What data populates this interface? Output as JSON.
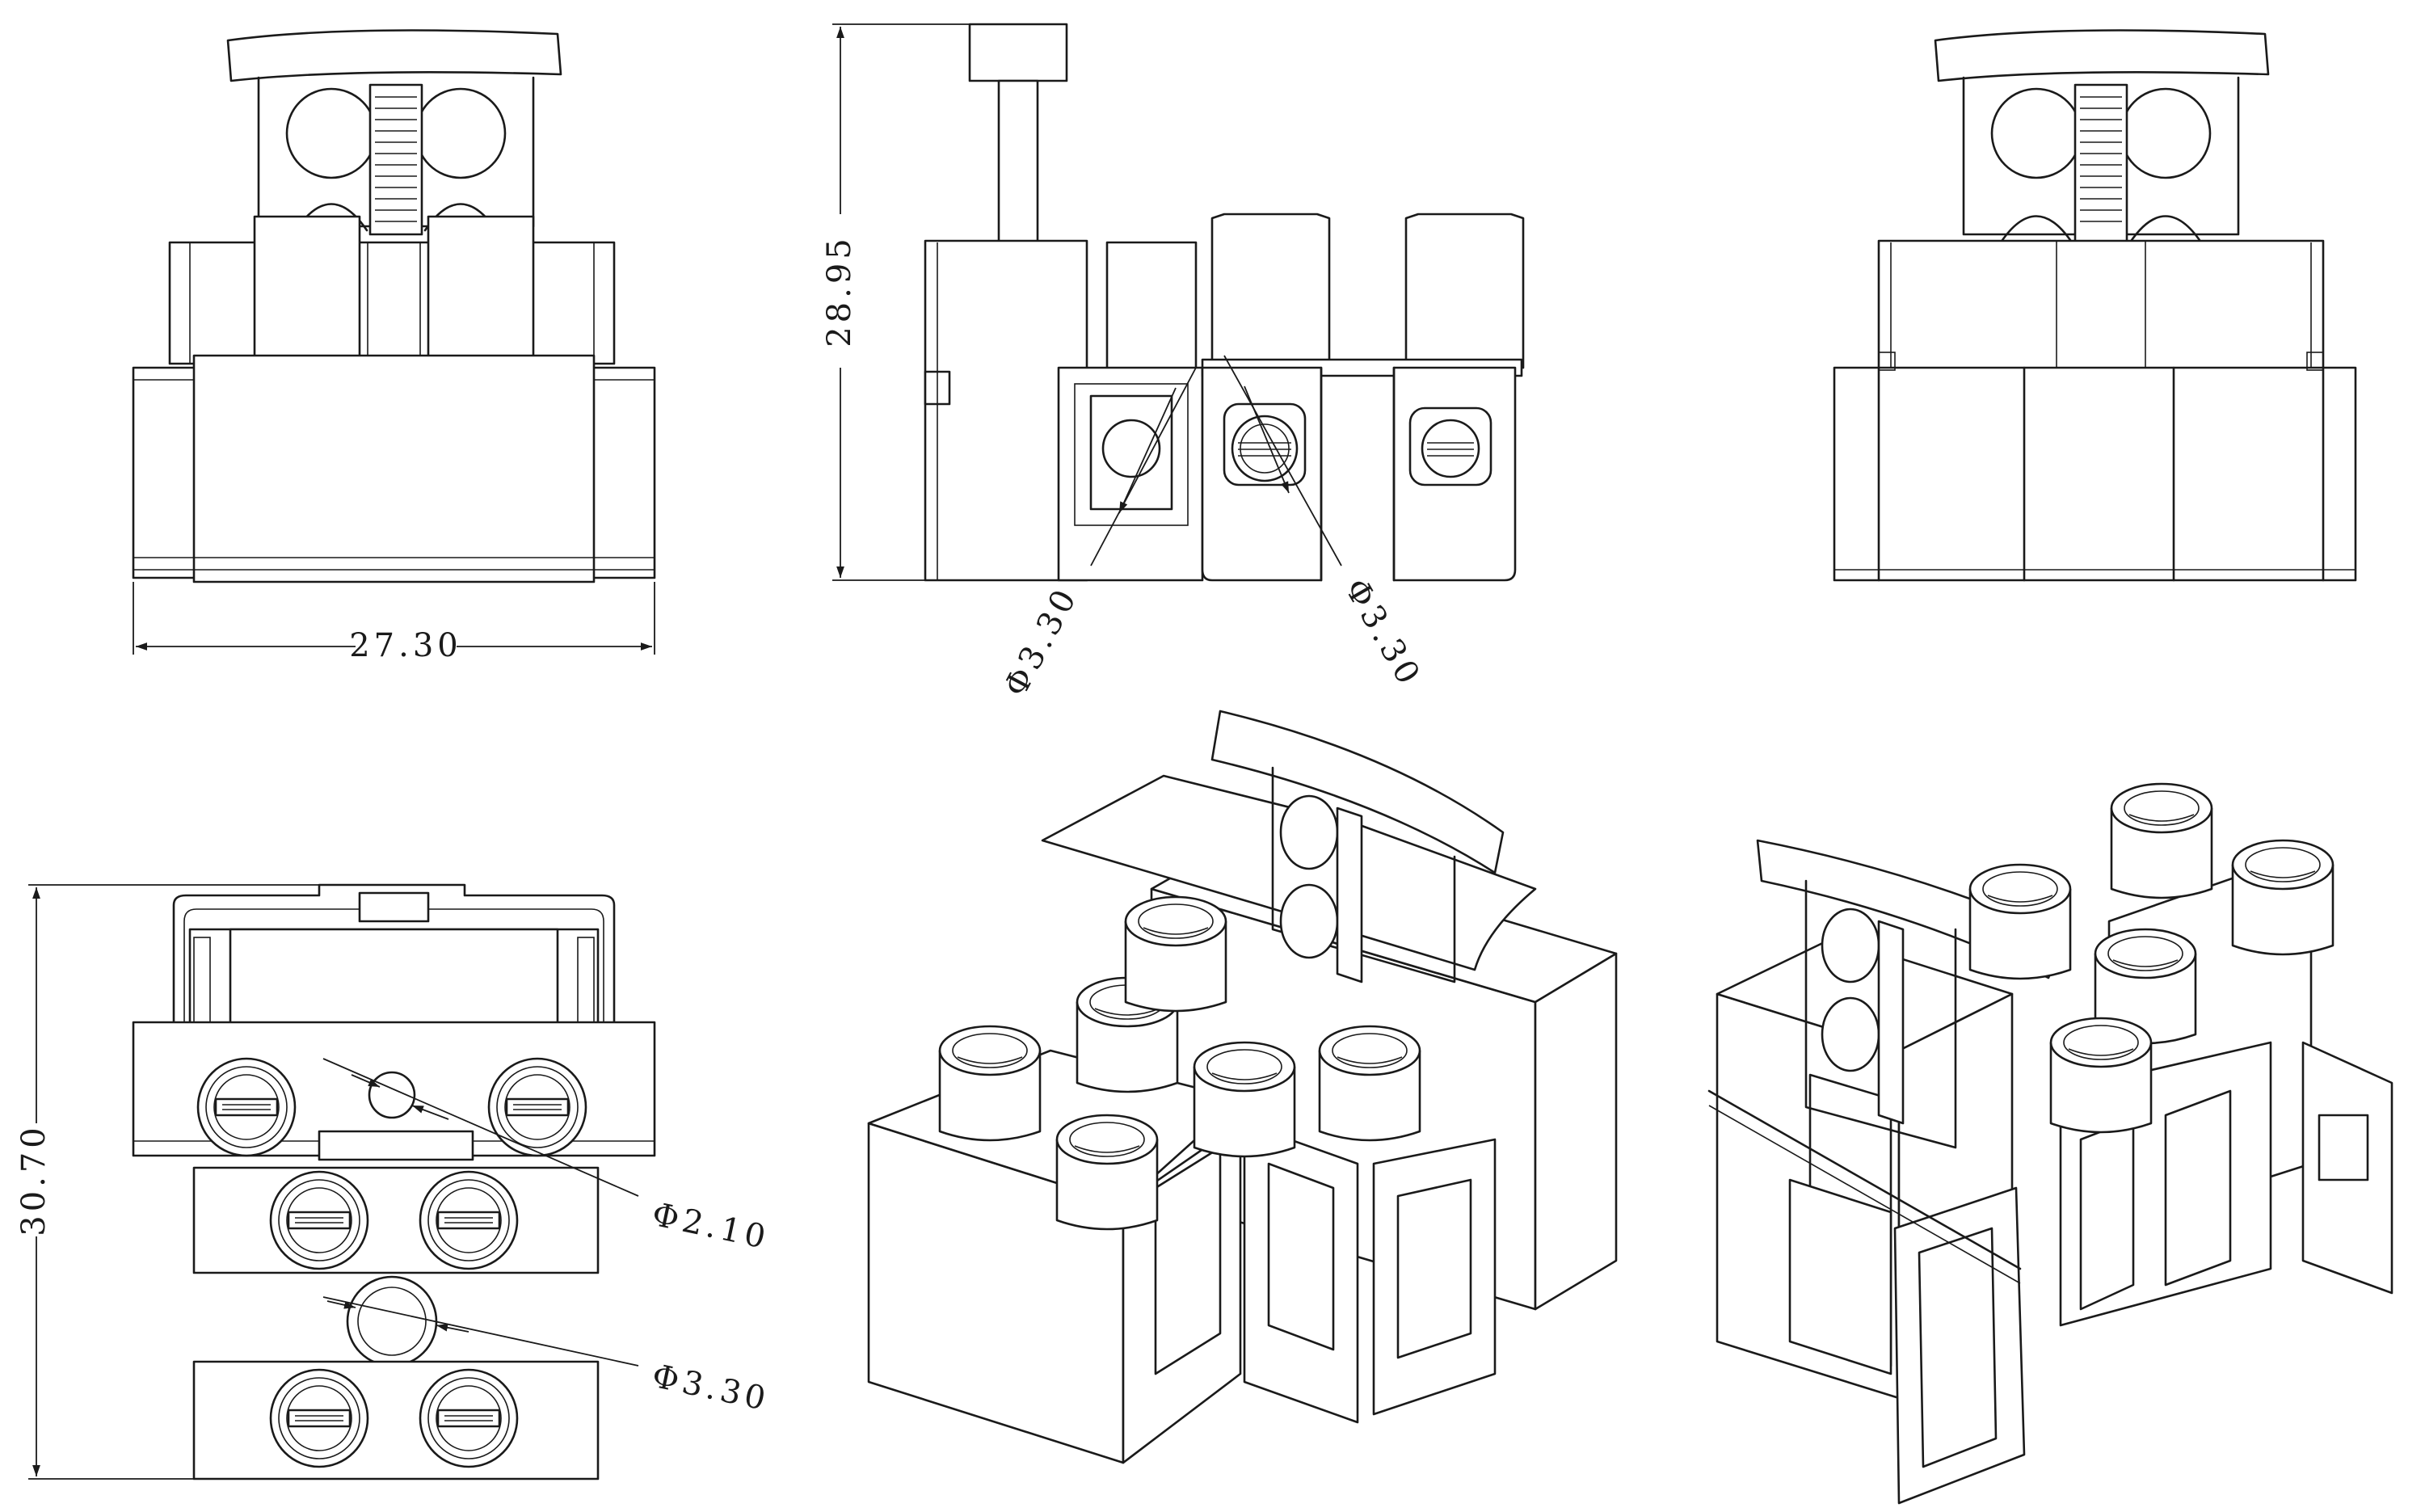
{
  "dimensions": {
    "front_width": "27.30",
    "side_height": "28.95",
    "side_hole_left": "Φ3.30",
    "side_hole_right": "Φ3.30",
    "top_length": "30.70",
    "top_hole_small": "Φ2.10",
    "top_hole_large": "Φ3.30"
  }
}
